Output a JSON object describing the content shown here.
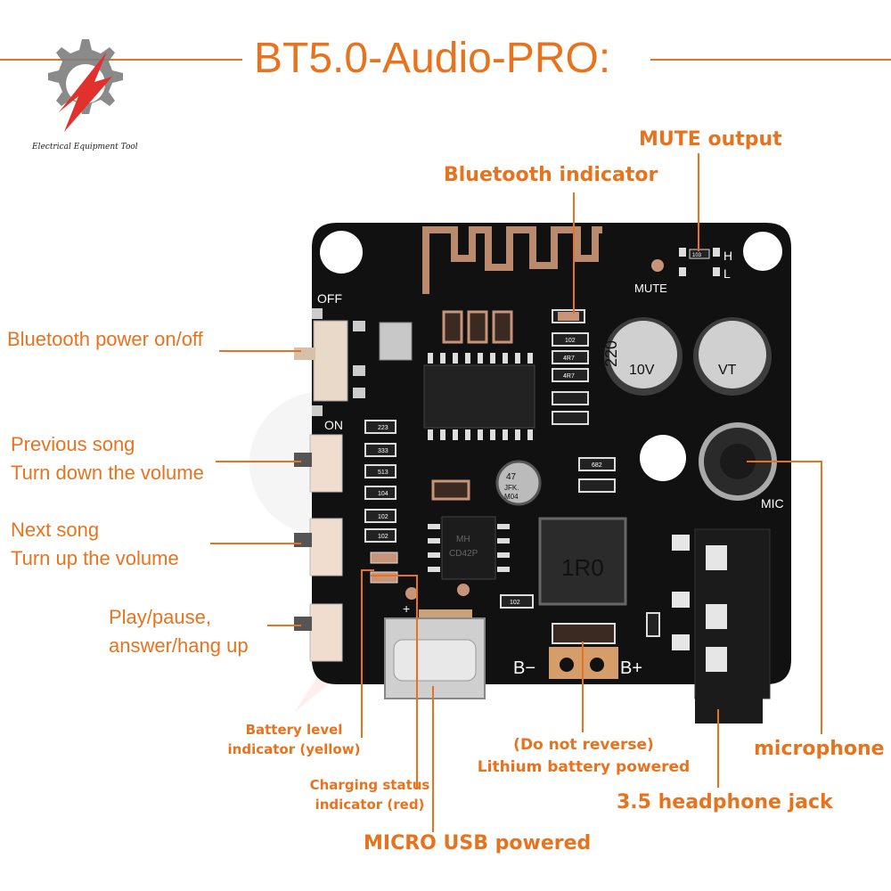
{
  "title": "BT5.0-Audio-PRO:",
  "brand": {
    "text": "Electrical Equipment Tool",
    "logo_icon": "gear-bolt-logo-icon"
  },
  "colors": {
    "accent": "#e8731e",
    "board": "#111111",
    "pad": "#c9957a"
  },
  "labels": {
    "mute_output": "MUTE output",
    "bluetooth_indicator": "Bluetooth indicator",
    "bluetooth_power": "Bluetooth power on/off",
    "prev_song_1": "Previous song",
    "prev_song_2": "Turn down the volume",
    "next_song_1": "Next song",
    "next_song_2": "Turn up the volume",
    "play_1": "Play/pause,",
    "play_2": "answer/hang up",
    "battery_level_1": "Battery level",
    "battery_level_2": "indicator (yellow)",
    "charging_1": "Charging status",
    "charging_2": "indicator (red)",
    "micro_usb": "MICRO USB powered",
    "lithium_1": "(Do not reverse)",
    "lithium_2": "Lithium battery powered",
    "headphone": "3.5 headphone jack",
    "microphone": "microphone"
  },
  "board": {
    "silk_off": "OFF",
    "silk_on": "ON",
    "silk_mute": "MUTE",
    "silk_h": "H",
    "silk_l": "L",
    "silk_mic": "MIC",
    "silk_bminus": "B−",
    "silk_bplus": "B+",
    "silk_plus": "+",
    "cap_text_1": "220",
    "cap_text_2": "10V",
    "cap_text_3": "VT",
    "small_cap_1": "47",
    "small_cap_2": "JFK.",
    "small_cap_3": "M04",
    "ic_text_1": "MH",
    "ic_text_2": "CD42P",
    "inductor_text": "1R0",
    "res_102": "102",
    "res_103": "103",
    "res_223": "223",
    "res_333": "333",
    "res_513": "513",
    "res_104": "104",
    "res_4r7": "4R7",
    "res_682": "682"
  }
}
